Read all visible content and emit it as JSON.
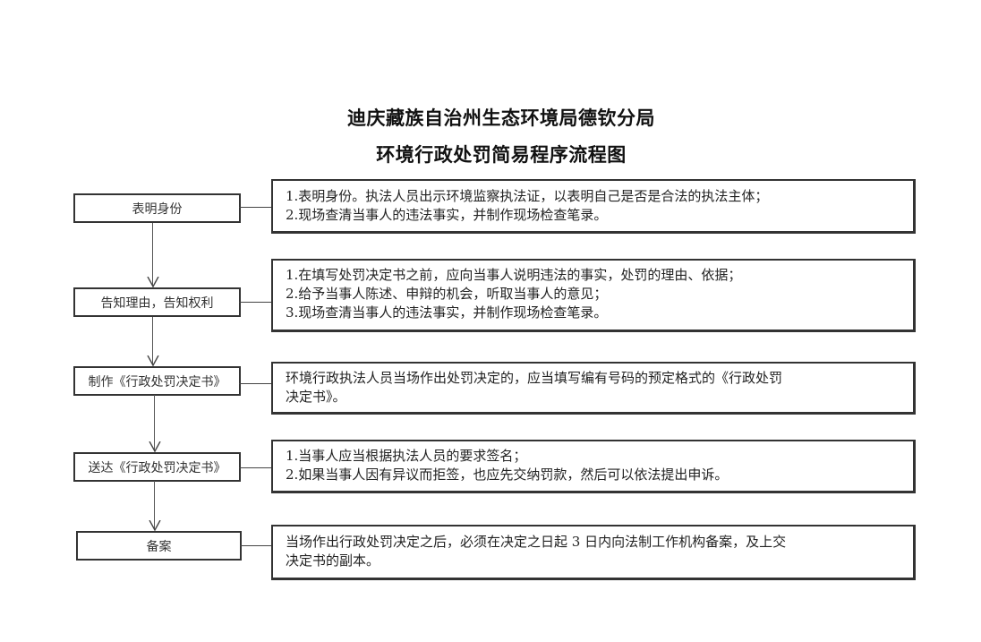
{
  "title": {
    "line1": "迪庆藏族自治州生态环境局德钦分局",
    "line2": "环境行政处罚简易程序流程图"
  },
  "steps": [
    {
      "label": "表明身份",
      "details": [
        "1.表明身份。执法人员出示环境监察执法证，以表明自己是否是合法的执法主体；",
        "2.现场查清当事人的违法事实，并制作现场检查笔录。"
      ]
    },
    {
      "label": "告知理由，告知权利",
      "details": [
        "1.在填写处罚决定书之前，应向当事人说明违法的事实，处罚的理由、依据；",
        "2.给予当事人陈述、申辩的机会，听取当事人的意见；",
        "3.现场查清当事人的违法事实，并制作现场检查笔录。"
      ]
    },
    {
      "label": "制作《行政处罚决定书》",
      "details": [
        "环境行政执法人员当场作出处罚决定的，应当填写编有号码的预定格式的《行政处罚",
        "决定书》。"
      ]
    },
    {
      "label": "送达《行政处罚决定书》",
      "details": [
        "1.当事人应当根据执法人员的要求签名；",
        "2.如果当事人因有异议而拒签，也应先交纳罚款，然后可以依法提出申诉。"
      ]
    },
    {
      "label": "备案",
      "details": [
        "当场作出行政处罚决定之后，必须在决定之日起 3 日内向法制工作机构备案，及上交",
        "决定书的副本。"
      ]
    }
  ]
}
